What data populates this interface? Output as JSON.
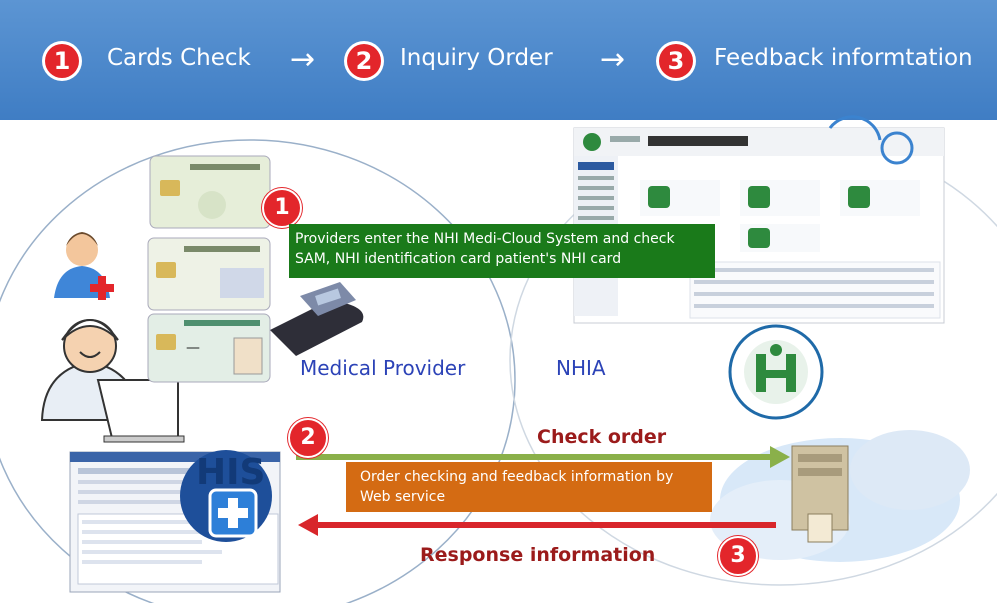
{
  "header": {
    "steps": [
      {
        "number": "1",
        "label": "Cards Check"
      },
      {
        "number": "2",
        "label": "Inquiry Order"
      },
      {
        "number": "3",
        "label": "Feedback informtation"
      }
    ],
    "arrow_glyph": "→"
  },
  "diagram": {
    "step1_text": "Providers enter the NHI Medi-Cloud System and check SAM,  NHI identification card patient's NHI card",
    "medical_provider_label": "Medical Provider",
    "nhia_label": "NHIA",
    "check_order_label": "Check order",
    "web_service_text": "Order checking and feedback information by Web service",
    "response_label": "Response information",
    "his_label": "HIS",
    "markers": {
      "one": "1",
      "two": "2",
      "three": "3"
    }
  },
  "colors": {
    "header_blue": "#4a86c8",
    "step_red": "#e3262b",
    "green_box": "#1a7a1a",
    "orange_box": "#d46b13",
    "check_order_arrow": "#8ab04a",
    "response_arrow": "#d8262b",
    "label_blue": "#2c43b7",
    "label_dark_red": "#9b1b1b"
  },
  "icons": [
    "patient-icon",
    "doctor-icon",
    "nhi-card-icon",
    "card-reader-icon",
    "his-software-icon",
    "server-cloud-icon",
    "nhia-logo-icon",
    "vpn-portal-screenshot"
  ]
}
